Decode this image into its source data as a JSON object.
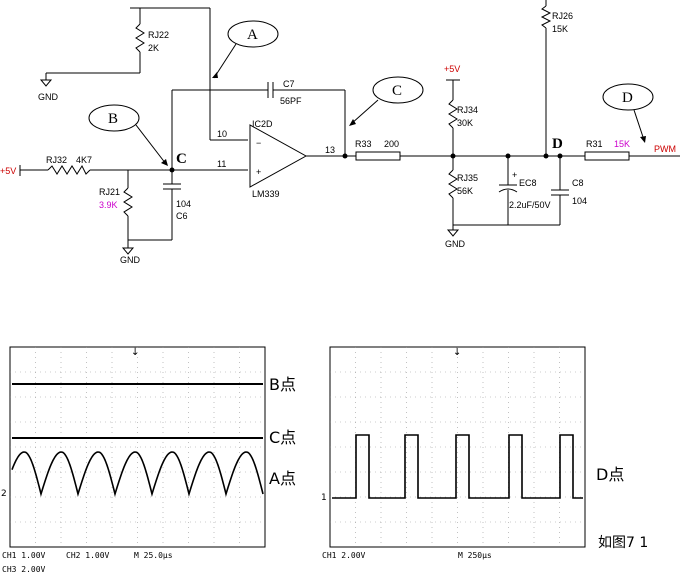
{
  "circuit": {
    "components": {
      "rj22": {
        "ref": "RJ22",
        "value": "2K"
      },
      "rj32": {
        "ref": "RJ32",
        "value": "4K7"
      },
      "rj21": {
        "ref": "RJ21",
        "value": "3.9K"
      },
      "c6": {
        "ref": "C6",
        "value": "104"
      },
      "c7": {
        "ref": "C7",
        "value": "56PF"
      },
      "ic": {
        "ref": "IC2D",
        "part": "LM339",
        "pin_inv": "10",
        "pin_noninv": "11",
        "pin_out": "13",
        "minus": "−",
        "plus": "+"
      },
      "r33": {
        "ref": "R33",
        "value": "200"
      },
      "rj34": {
        "ref": "RJ34",
        "value": "30K"
      },
      "rj35": {
        "ref": "RJ35",
        "value": "56K"
      },
      "ec8": {
        "ref": "EC8",
        "value": "2.2uF/50V",
        "polarity": "+"
      },
      "c8": {
        "ref": "C8",
        "value": "104"
      },
      "rj26": {
        "ref": "RJ26",
        "value": "15K"
      },
      "r31": {
        "ref": "R31",
        "value": "15K"
      }
    },
    "power": {
      "vcc_left": "+5V",
      "vcc_mid": "+5V",
      "gnd": "GND"
    },
    "output_label": "PWM",
    "nodes": {
      "c": "C",
      "d": "D"
    },
    "callouts": {
      "a": "A",
      "b": "B",
      "c": "C",
      "d": "D"
    }
  },
  "scope_left": {
    "traces": {
      "b": "B点",
      "c": "C点",
      "a": "A点"
    },
    "ch_marker": "2",
    "status": {
      "ch1": "CH1  1.00V",
      "ch2": "CH2  1.00V",
      "time": "M 25.0µs",
      "ch3": "CH3  2.00V"
    }
  },
  "scope_right": {
    "trace": "D点",
    "ch_marker": "1",
    "status": {
      "ch1": "CH1  2.00V",
      "time": "M 250µs"
    }
  },
  "caption": "如图7 1",
  "colors": {
    "value_pink": "#cc00cc",
    "output_red": "#cc0000",
    "trace": "#000000",
    "grid": "#999999"
  }
}
